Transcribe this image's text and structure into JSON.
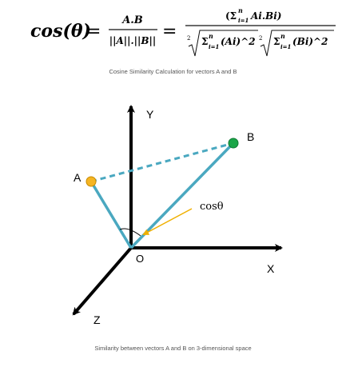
{
  "formula": {
    "lhs": "cos(θ)",
    "eq": "=",
    "num1": "A.B",
    "den1": "||A||.||B||",
    "sum_num": "(Σ",
    "sum_num_tail": "Ai.Bi)",
    "sup": "n",
    "sub": "i=1",
    "root_idx": "2",
    "den2a": "Σ",
    "den2a_tail": "(Ai)^2",
    "den2b": "Σ",
    "den2b_tail": "(Bi)^2"
  },
  "caption_top": "Cosine Similarity Calculation for vectors A and B",
  "caption_bottom": "Similarity between vectors A and B on 3-dimensional space",
  "diagram": {
    "axis_x": "X",
    "axis_y": "Y",
    "axis_z": "Z",
    "origin": "O",
    "point_a": "A",
    "point_b": "B",
    "angle_label": "cosθ",
    "colors": {
      "vector": "#4aa8c0",
      "point_a": "#f5b523",
      "point_b": "#1aa548",
      "angle_arrow": "#f0b000",
      "axes": "#000000"
    }
  }
}
